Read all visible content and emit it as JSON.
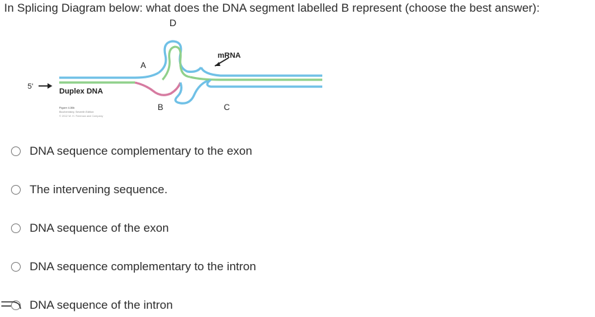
{
  "question": {
    "text": "In Splicing Diagram below: what does the DNA segment labelled B represent (choose the best answer):"
  },
  "diagram": {
    "label_d": "D",
    "label_a": "A",
    "label_b": "B",
    "label_c": "C",
    "label_mrna": "mRNA",
    "label_5prime": "5'",
    "label_duplex": "Duplex DNA",
    "caption_line1": "Figure 4.36b",
    "caption_line2": "Biochemistry, Seventh Edition",
    "caption_line3": "© 2012 W. H. Freeman and Company",
    "colors": {
      "blue_strand": "#6fc0e6",
      "green_strand": "#8fd08a",
      "pink_strand": "#d67aa0",
      "arrow": "#222222"
    }
  },
  "options": [
    {
      "label": "DNA sequence complementary to the exon",
      "selected": false
    },
    {
      "label": "The intervening sequence.",
      "selected": false
    },
    {
      "label": "DNA sequence of the exon",
      "selected": false
    },
    {
      "label": "DNA sequence complementary to the intron",
      "selected": false
    },
    {
      "label": "DNA sequence of the intron",
      "selected": false
    }
  ]
}
